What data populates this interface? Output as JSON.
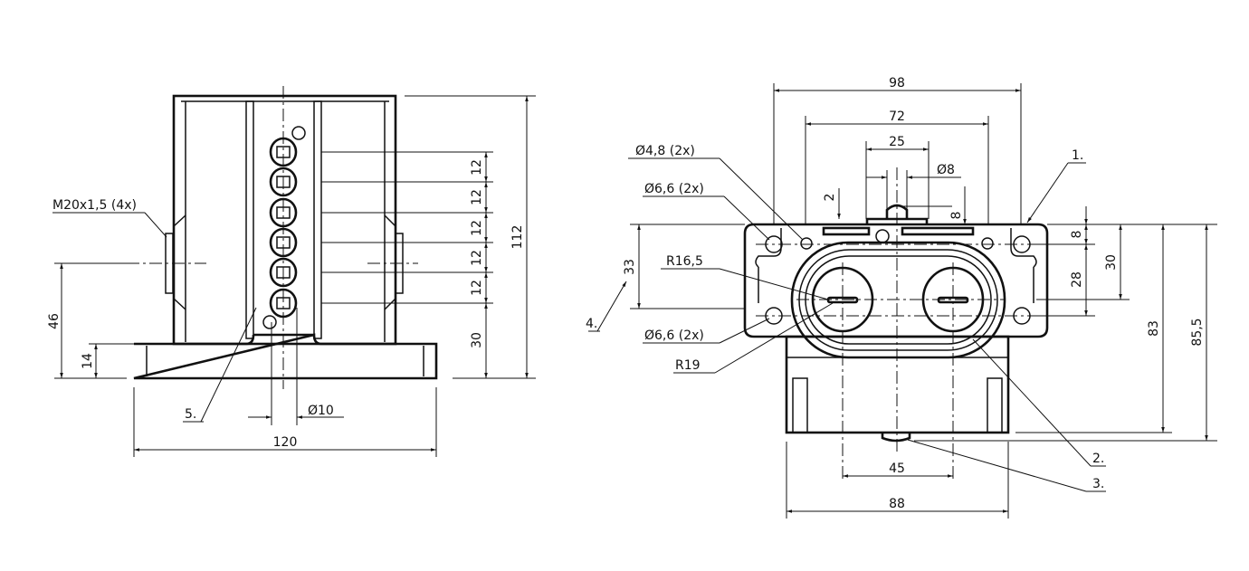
{
  "side_view": {
    "labels": {
      "thread": "M20x1,5  (4x)",
      "item5": "5.",
      "dim_height_total": "112",
      "dim_pitch": [
        "12",
        "12",
        "12",
        "12",
        "12"
      ],
      "dim_bottom": "30",
      "dim_entry_height": "46",
      "dim_base": "14",
      "dim_width": "120",
      "dim_pin": "Ø10"
    }
  },
  "front_view": {
    "labels": {
      "dim_98": "98",
      "dim_72": "72",
      "dim_25": "25",
      "dim_d8": "Ø8",
      "dim_2": "2",
      "dim_8_top": "8",
      "hole_48": "Ø4,8  (2x)",
      "hole_66_top": "Ø6,6  (2x)",
      "hole_66_bottom": "Ø6,6  (2x)",
      "r165": "R16,5",
      "r19": "R19",
      "dim_33": "33",
      "item1": "1.",
      "item2": "2.",
      "item3": "3.",
      "item4": "4.",
      "dim_8_right": "8",
      "dim_28": "28",
      "dim_30": "30",
      "dim_83": "83",
      "dim_855": "85,5",
      "dim_45": "45",
      "dim_88": "88"
    }
  }
}
